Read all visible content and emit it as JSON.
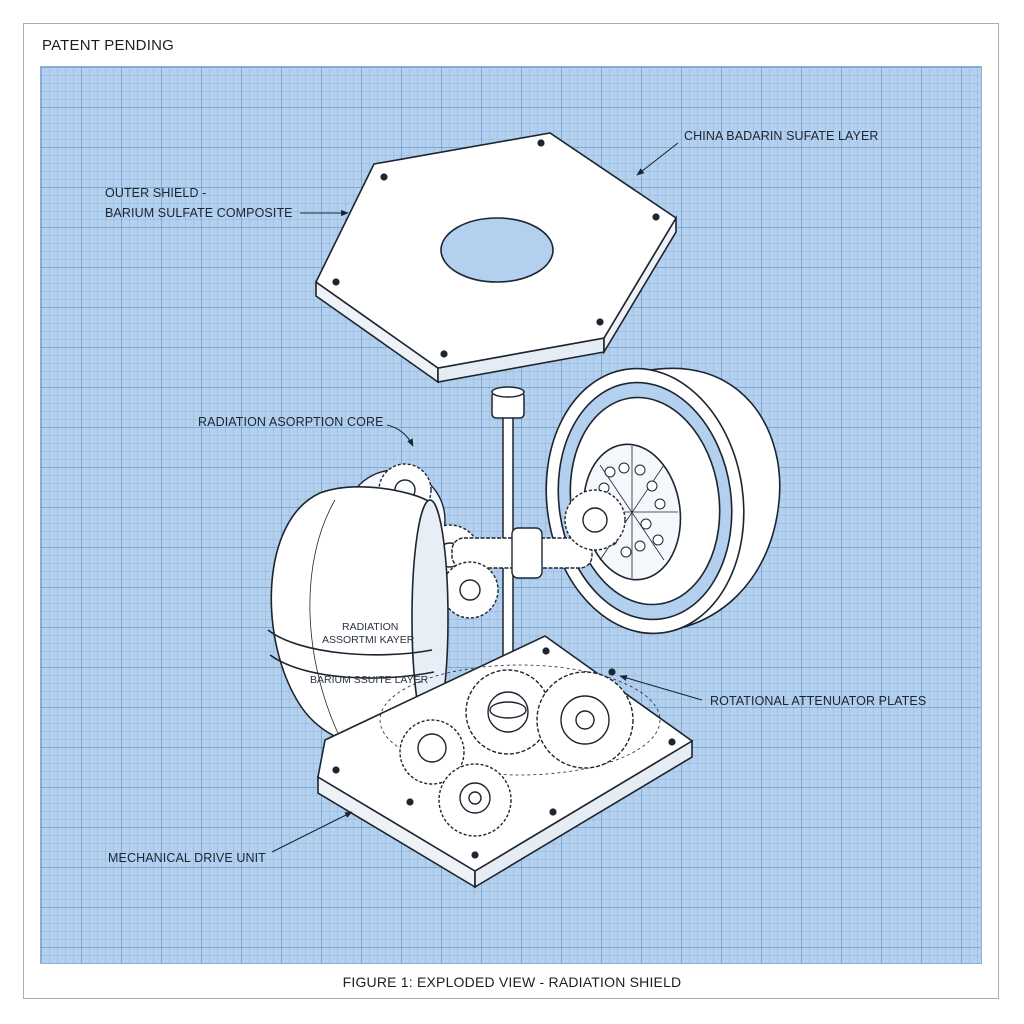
{
  "header": {
    "text": "PATENT PENDING"
  },
  "callouts": {
    "outer_shield_line1": "OUTER SHIELD -",
    "outer_shield_line2": "BARIUM SULFATE COMPOSITE",
    "china_layer": "CHINA BADARIN SUFATE LAYER",
    "absorption_core": "RADIATION ASORPTION CORE",
    "attenuator_plates": "ROTATIONAL ATTENUATOR PLATES",
    "drive_unit": "MECHANICAL DRIVE UNIT"
  },
  "sphere_labels": {
    "layer_line1": "RADIATION",
    "layer_line2": "ASSORTMI KAYER",
    "sulfate_layer": "BARIUM SSUITE LAYER"
  },
  "caption": "FIGURE 1: EXPLODED VIEW - RADIATION SHIELD",
  "colors": {
    "blueprint_bg": "#b3d0ee",
    "grid_line": "#4678b4",
    "part_fill": "#ffffff",
    "ink": "#1d2530"
  }
}
